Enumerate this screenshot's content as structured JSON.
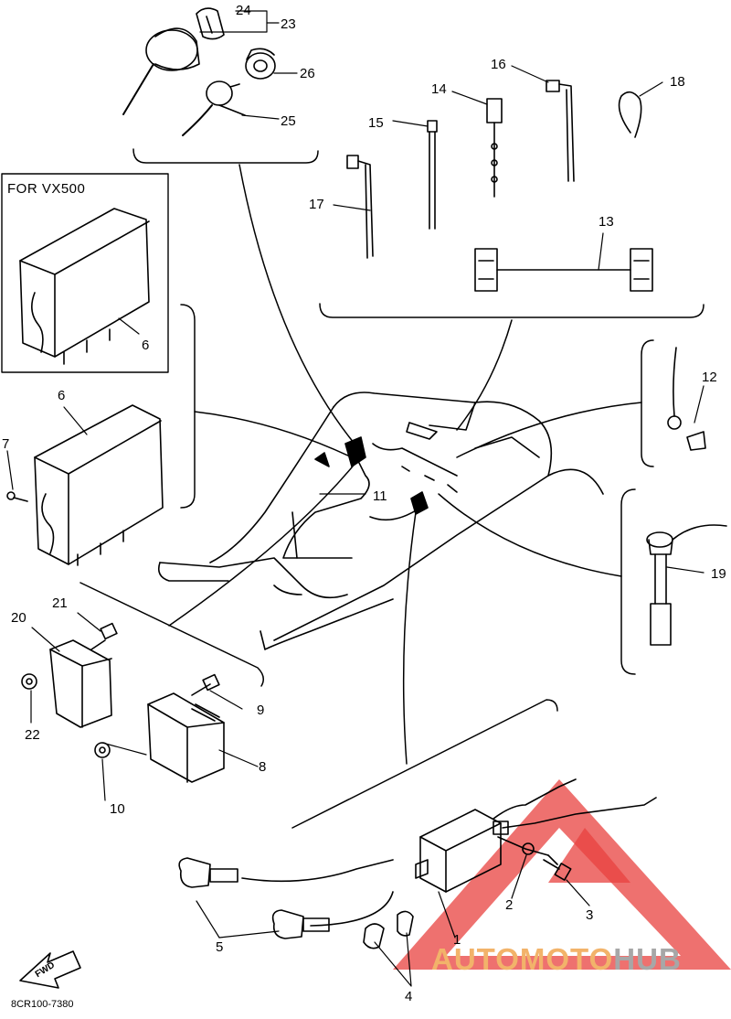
{
  "box_title": "FOR VX500",
  "footer_code": "8CR100-7380",
  "fwd_label": "FWD",
  "watermark": {
    "part1": "AUTOMOTO",
    "part2": "HUB",
    "color_orange": "#f2b36a",
    "color_gray": "#a7a7a7",
    "logo_color": "#e8423f"
  },
  "callouts": {
    "c1": "1",
    "c2": "2",
    "c3": "3",
    "c4": "4",
    "c5": "5",
    "c6a": "6",
    "c6b": "6",
    "c7": "7",
    "c8": "8",
    "c9": "9",
    "c10": "10",
    "c11": "11",
    "c12": "12",
    "c13": "13",
    "c14": "14",
    "c15": "15",
    "c16": "16",
    "c17": "17",
    "c18": "18",
    "c19": "19",
    "c20": "20",
    "c21": "21",
    "c22": "22",
    "c23": "23",
    "c24": "24",
    "c25": "25",
    "c26": "26"
  }
}
